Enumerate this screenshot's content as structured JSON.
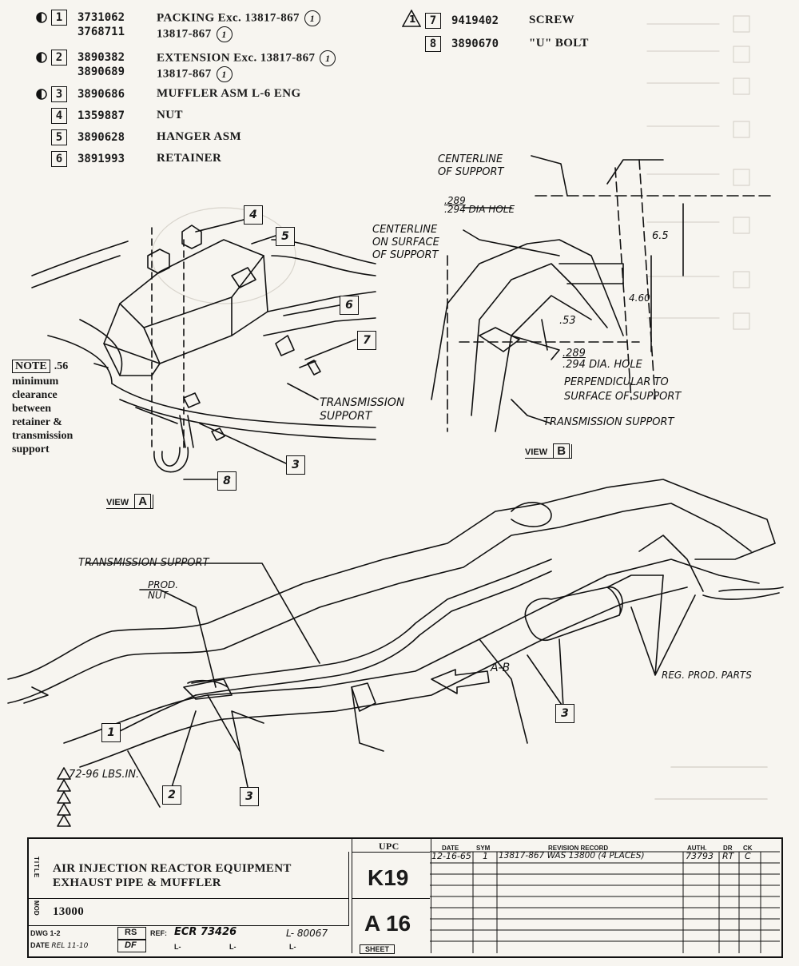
{
  "parts": [
    {
      "num": "1",
      "pn": "3731062",
      "desc": "PACKING Exc. 13817-867",
      "rev": "1",
      "pn2": "3768711",
      "desc2": "13817-867",
      "rev2": "1",
      "marker": true
    },
    {
      "num": "2",
      "pn": "3890382",
      "desc": "EXTENSION Exc. 13817-867",
      "rev": "1",
      "pn2": "3890689",
      "desc2": "13817-867",
      "rev2": "1",
      "marker": true
    },
    {
      "num": "3",
      "pn": "3890686",
      "desc": "MUFFLER ASM L-6 ENG",
      "marker": true
    },
    {
      "num": "4",
      "pn": "1359887",
      "desc": "NUT"
    },
    {
      "num": "5",
      "pn": "3890628",
      "desc": "HANGER ASM"
    },
    {
      "num": "6",
      "pn": "3891993",
      "desc": "RETAINER"
    },
    {
      "num": "7",
      "pn": "9419402",
      "desc": "SCREW",
      "flag": "1"
    },
    {
      "num": "8",
      "pn": "3890670",
      "desc": "\"U\" BOLT"
    }
  ],
  "view_a": {
    "label": "VIEW",
    "letter": "A",
    "note_label": "NOTE",
    "note_value": ".56",
    "note_lines": [
      "minimum",
      "clearance",
      "between",
      "retainer &",
      "transmission",
      "support"
    ],
    "transmission_support": [
      "TRANSMISSION",
      "SUPPORT"
    ],
    "callouts": [
      "4",
      "5",
      "6",
      "7",
      "3",
      "8"
    ]
  },
  "view_b": {
    "label": "VIEW",
    "letter": "B",
    "centerline_support": [
      "CENTERLINE",
      "OF SUPPORT"
    ],
    "centerline_surface": [
      "CENTERLINE",
      "ON SURFACE",
      "OF SUPPORT"
    ],
    "dia_top": [
      ".289",
      ".294 DIA HOLE"
    ],
    "dim_65": "6.5",
    "dim_460": "4.60",
    "dim_53": ".53",
    "dia_bottom": [
      ".289",
      ".294 DIA. HOLE"
    ],
    "perp": [
      "PERPENDICULAR TO",
      "SURFACE OF SUPPORT"
    ],
    "trans_support": "TRANSMISSION SUPPORT"
  },
  "main_view": {
    "transmission_support": "TRANSMISSION SUPPORT",
    "prod_nut": [
      "PROD.",
      "NUT"
    ],
    "arrow_label": "A-B",
    "reg_prod_parts": "REG. PROD. PARTS",
    "torque": "72-96 LBS.IN.",
    "torque_flag": "1",
    "callouts": [
      "1",
      "2",
      "3",
      "3"
    ]
  },
  "title_block": {
    "title_label": "TITLE",
    "title_line1": "AIR INJECTION REACTOR EQUIPMENT",
    "title_line2": "EXHAUST PIPE & MUFFLER",
    "mod_label": "MOD",
    "mod_value": "13000",
    "dwg_label": "DWG 1-2",
    "rs": "RS",
    "ref_label": "REF:",
    "ref_value": "ECR 73426",
    "l_value": "L- 80067",
    "date_label": "DATE",
    "date_value": "REL 11-10",
    "df": "DF",
    "l_blanks": [
      "L-",
      "L-",
      "L-"
    ],
    "upc_header": "UPC",
    "upc_code": "K19",
    "sheet_code": "A 16",
    "sheet_label": "SHEET",
    "rev_headers": {
      "date": "DATE",
      "sym": "SYM",
      "record": "REVISION RECORD",
      "auth": "AUTH.",
      "dr": "DR",
      "ck": "CK"
    },
    "rev_row": {
      "date": "12-16-65",
      "sym": "1",
      "record": "13817-867 WAS 13800 (4 PLACES)",
      "auth": "73793",
      "dr": "RT",
      "ck": "C"
    }
  }
}
